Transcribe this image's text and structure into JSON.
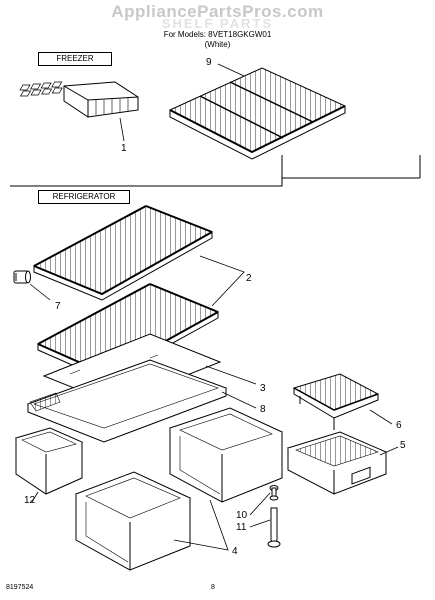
{
  "watermark": "AppliancePartsPros.com",
  "title": "SHELF PARTS",
  "models_line1": "For Models: 8VET18GKGW01",
  "models_line2": "(White)",
  "sections": {
    "freezer": "FREEZER",
    "refrigerator": "REFRIGERATOR"
  },
  "callouts": {
    "c1": "1",
    "c2": "2",
    "c3": "3",
    "c4": "4",
    "c5": "5",
    "c6": "6",
    "c7": "7",
    "c8": "8",
    "c9": "9",
    "c10": "10",
    "c11": "11",
    "c12": "12"
  },
  "footer": {
    "doc_number": "8197524",
    "page_number": "8"
  }
}
